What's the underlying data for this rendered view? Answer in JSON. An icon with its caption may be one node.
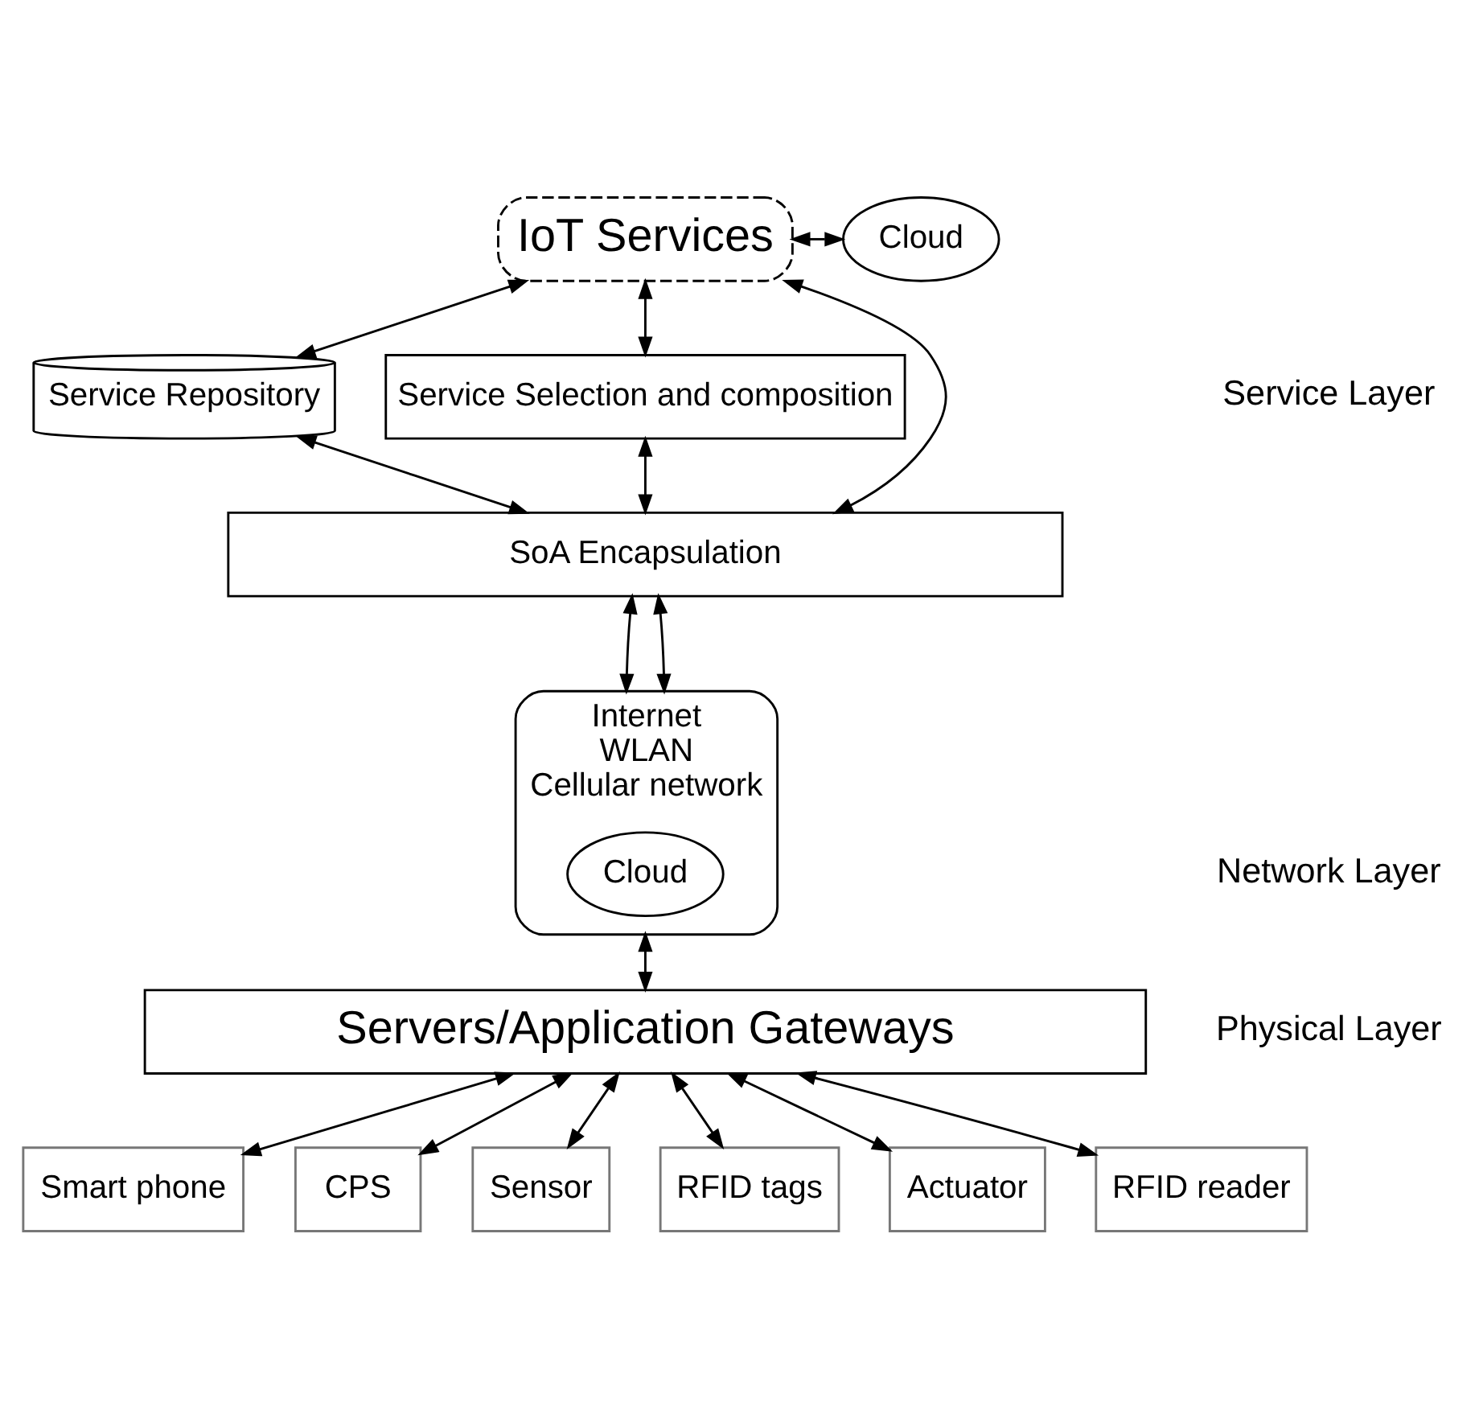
{
  "diagram": {
    "nodes": [
      {
        "text": [
          "IoT Services"
        ]
      },
      {
        "text": [
          "Cloud"
        ]
      },
      {
        "text": [
          "Service Repository"
        ]
      },
      {
        "text": [
          "Service Selection and composition"
        ]
      },
      {
        "text": [
          "SoA Encapsulation"
        ]
      },
      {
        "text": [
          "Internet",
          "WLAN",
          "Cellular network"
        ]
      },
      {
        "text": [
          "Cloud"
        ],
        "in": 5
      },
      {
        "text": [
          "Servers/Application Gateways"
        ]
      },
      {
        "text": [
          "Smart phone"
        ]
      },
      {
        "text": [
          "CPS"
        ]
      },
      {
        "text": [
          "Sensor"
        ]
      },
      {
        "text": [
          "RFID tags"
        ]
      },
      {
        "text": [
          "Actuator"
        ]
      },
      {
        "text": [
          "RFID reader"
        ]
      }
    ],
    "edges": [
      {
        "from": 0,
        "to": 1,
        "arrow": "both"
      },
      {
        "from": 0,
        "to": 2,
        "arrow": "both"
      },
      {
        "from": 0,
        "to": 4,
        "arrow": "both"
      },
      {
        "from": 0,
        "to": 3,
        "arrow": "both"
      },
      {
        "from": 2,
        "to": 4,
        "arrow": "both"
      },
      {
        "from": 3,
        "to": 4,
        "arrow": "both"
      },
      {
        "from": 4,
        "to": 5,
        "arrow": "both"
      },
      {
        "from": 4,
        "to": 5,
        "arrow": "both"
      },
      {
        "from": 5,
        "to": 7,
        "arrow": "both"
      },
      {
        "from": 7,
        "to": 8,
        "arrow": "both"
      },
      {
        "from": 7,
        "to": 9,
        "arrow": "both"
      },
      {
        "from": 7,
        "to": 10,
        "arrow": "both"
      },
      {
        "from": 7,
        "to": 11,
        "arrow": "both"
      },
      {
        "from": 7,
        "to": 12,
        "arrow": "both"
      },
      {
        "from": 7,
        "to": 13,
        "arrow": "both"
      }
    ],
    "labels": [
      "Service Layer",
      "Network Layer",
      "Physical Layer"
    ]
  }
}
